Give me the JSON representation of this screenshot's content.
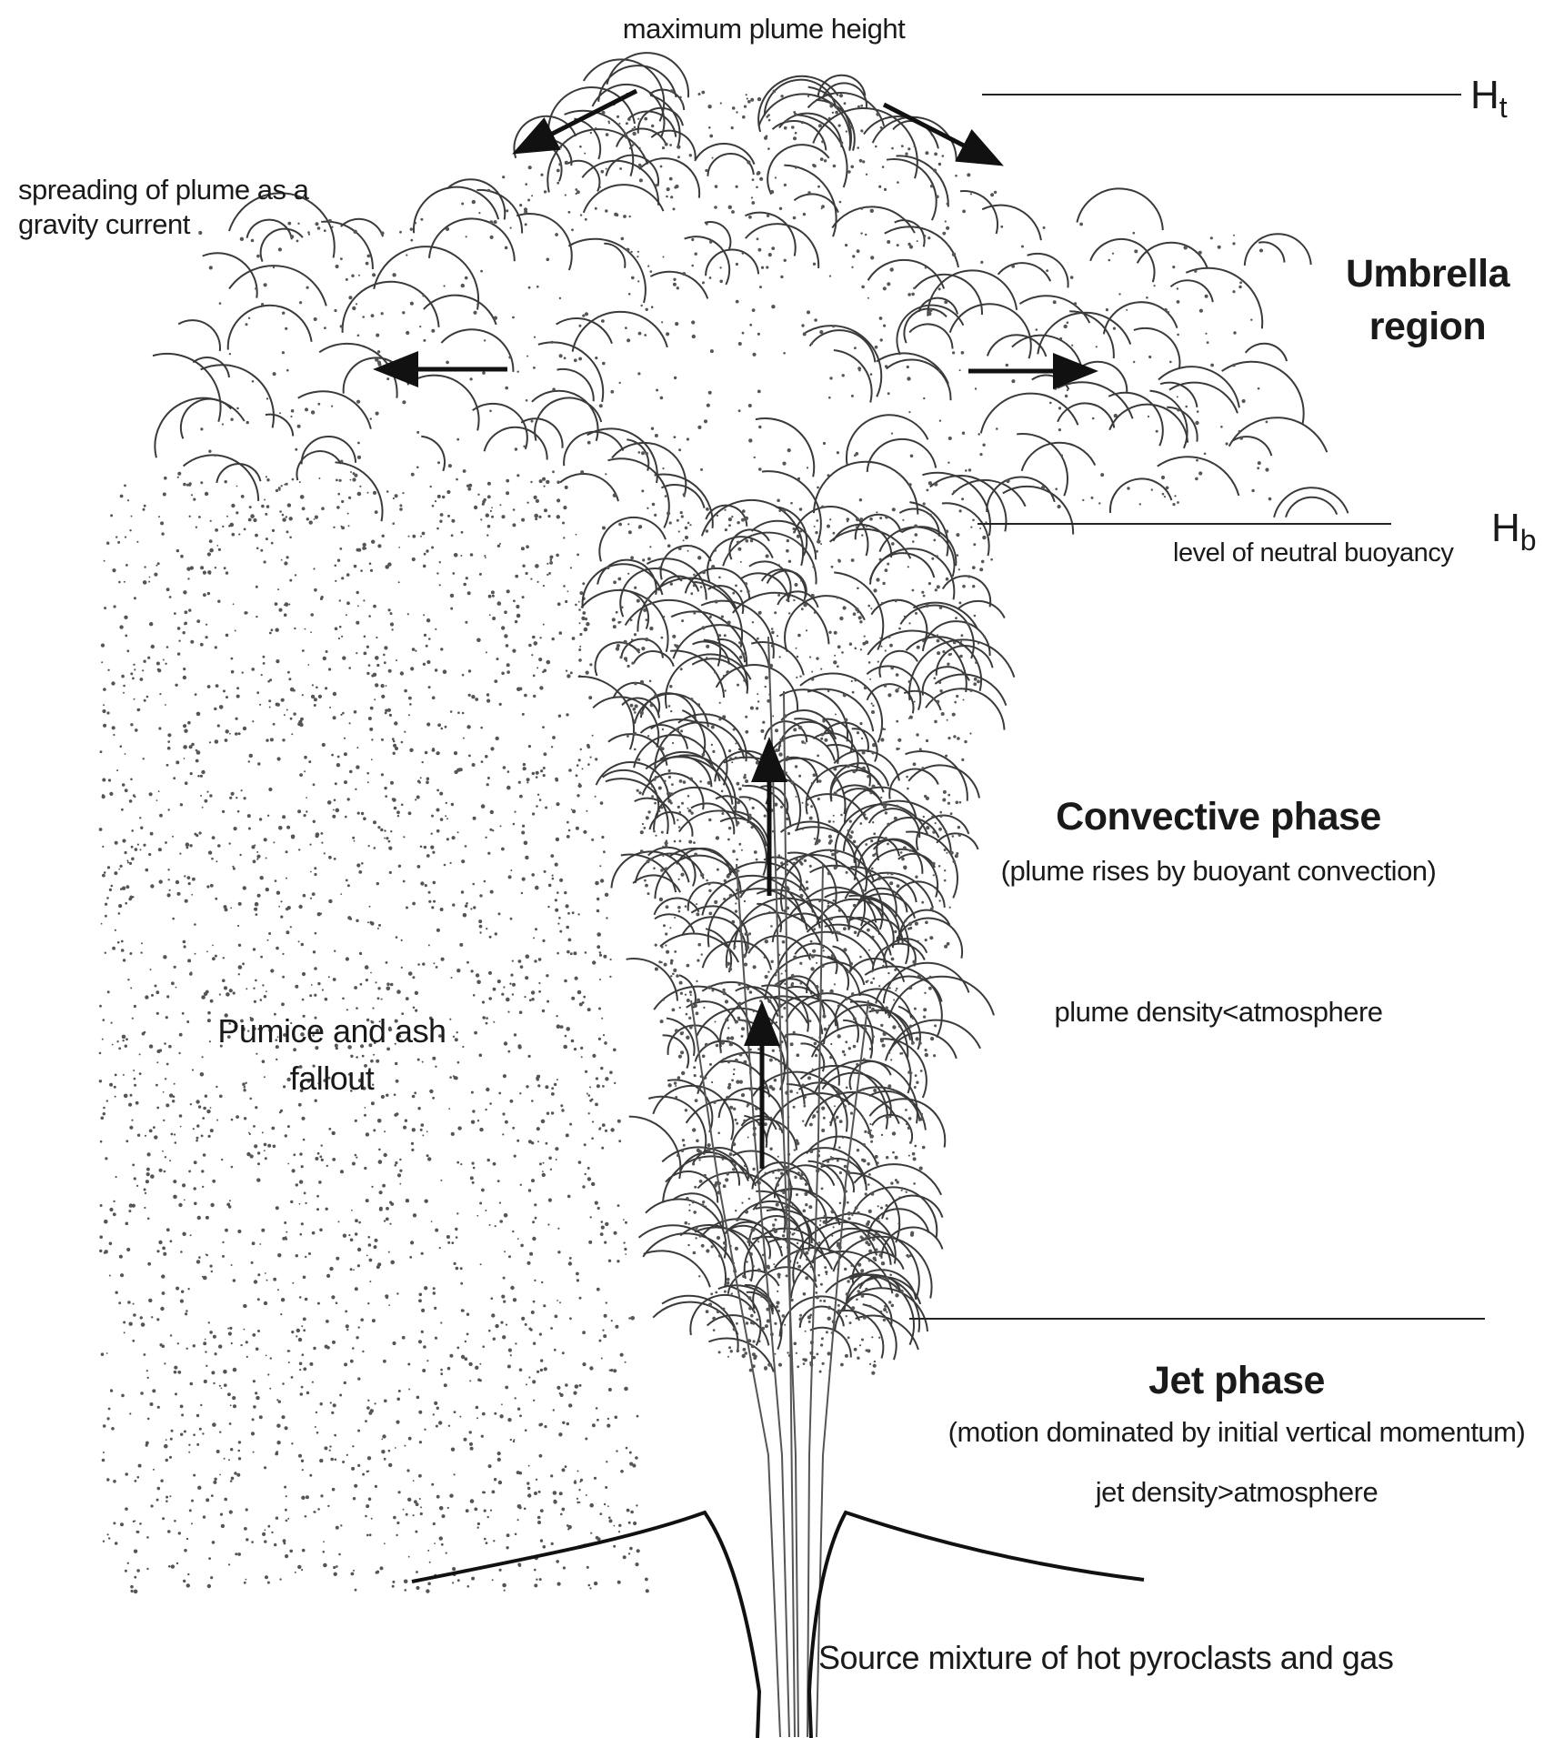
{
  "labels": {
    "max_height": "maximum plume height",
    "ht": "H",
    "ht_sub": "t",
    "spreading_line1": "spreading of plume as a",
    "spreading_line2": "gravity current",
    "umbrella_line1": "Umbrella",
    "umbrella_line2": "region",
    "hb": "H",
    "hb_sub": "b",
    "neutral_buoyancy": "level of neutral buoyancy",
    "convective_title": "Convective phase",
    "convective_desc": "(plume rises by buoyant convection)",
    "plume_density": "plume density<atmosphere",
    "fallout_line1": "Pumice and ash",
    "fallout_line2": "fallout",
    "jet_title": "Jet phase",
    "jet_desc": "(motion dominated by initial vertical momentum)",
    "jet_density": "jet density>atmosphere",
    "source": "Source mixture of hot pyroclasts and gas"
  },
  "colors": {
    "ink": "#1a1a1a",
    "plume_outline": "#3a3a3a",
    "stipple": "#555555",
    "background": "#ffffff"
  }
}
